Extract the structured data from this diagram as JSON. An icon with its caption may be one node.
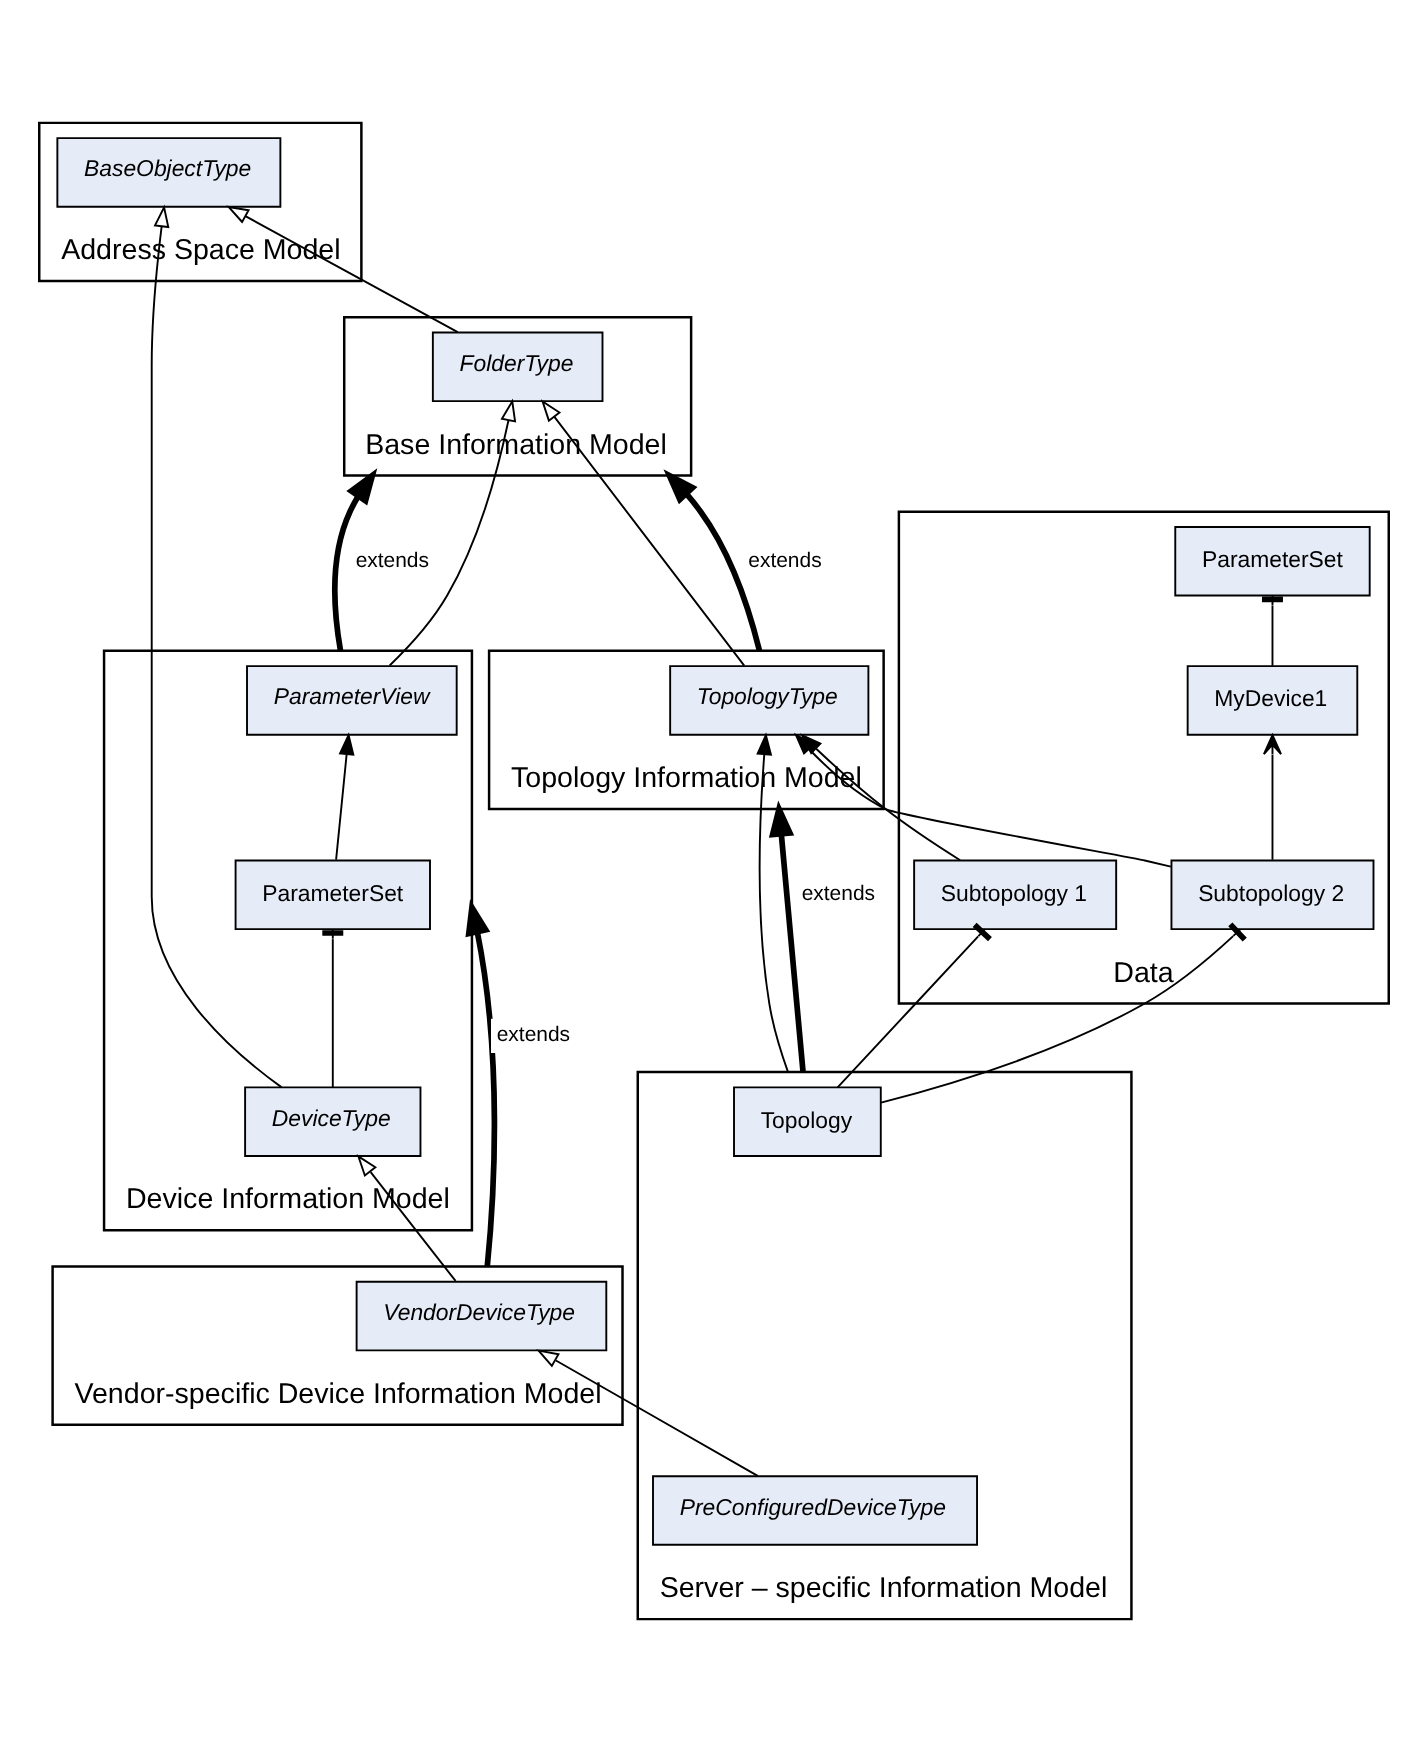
{
  "diagram": {
    "nodes": [
      {
        "text": [
          "Address Space Model"
        ]
      },
      {
        "text": [
          "BaseObjectType"
        ],
        "in": 0
      },
      {
        "text": [
          "Base Information Model"
        ]
      },
      {
        "text": [
          "FolderType"
        ],
        "in": 2
      },
      {
        "text": [
          "Topology Information Model"
        ]
      },
      {
        "text": [
          "TopologyType"
        ],
        "in": 4
      },
      {
        "text": [
          "Device Information Model"
        ]
      },
      {
        "text": [
          "ParameterView"
        ],
        "in": 6
      },
      {
        "text": [
          "DeviceType"
        ],
        "in": 6
      },
      {
        "text": [
          "ParameterSet"
        ],
        "in": 6
      },
      {
        "text": [
          "Vendor-specific Device Information Model"
        ]
      },
      {
        "text": [
          "VendorDeviceType"
        ],
        "in": 10
      },
      {
        "text": [
          "Server – specific Information Model"
        ]
      },
      {
        "text": [
          "Topology"
        ],
        "in": 12
      },
      {
        "text": [
          "PreConfiguredDeviceType"
        ],
        "in": 12
      },
      {
        "text": [
          "Data"
        ]
      },
      {
        "text": [
          "Subtopology 1"
        ],
        "in": 15
      },
      {
        "text": [
          "Subtopology 2"
        ],
        "in": 15
      },
      {
        "text": [
          "MyDevice1"
        ],
        "in": 15
      },
      {
        "text": [
          "ParameterSet"
        ],
        "in": 15
      }
    ],
    "edges": [
      {
        "from": 3,
        "to": 1,
        "arrow": "to"
      },
      {
        "from": 8,
        "to": 1,
        "arrow": "to"
      },
      {
        "from": 5,
        "to": 3,
        "arrow": "to"
      },
      {
        "from": 7,
        "to": 3,
        "arrow": "to"
      },
      {
        "from": 4,
        "to": 2,
        "arrow": "to",
        "label": "extends",
        "style": "thick"
      },
      {
        "from": 6,
        "to": 2,
        "arrow": "to",
        "label": "extends",
        "style": "thick"
      },
      {
        "from": 9,
        "to": 7,
        "arrow": "to"
      },
      {
        "from": 8,
        "to": 9,
        "arrow": "other"
      },
      {
        "from": 12,
        "to": 4,
        "arrow": "to",
        "label": "extends",
        "style": "thick"
      },
      {
        "from": 10,
        "to": 6,
        "arrow": "to",
        "label": "extends",
        "style": "thick"
      },
      {
        "from": 11,
        "to": 8,
        "arrow": "to"
      },
      {
        "from": 14,
        "to": 11,
        "arrow": "to"
      },
      {
        "from": 12,
        "to": 5,
        "arrow": "to"
      },
      {
        "from": 16,
        "to": 5,
        "arrow": "to"
      },
      {
        "from": 17,
        "to": 5,
        "arrow": "to"
      },
      {
        "from": 13,
        "to": 16,
        "arrow": "other"
      },
      {
        "from": 13,
        "to": 17,
        "arrow": "other"
      },
      {
        "from": 17,
        "to": 18,
        "arrow": "to"
      },
      {
        "from": 18,
        "to": 19,
        "arrow": "other"
      }
    ]
  }
}
